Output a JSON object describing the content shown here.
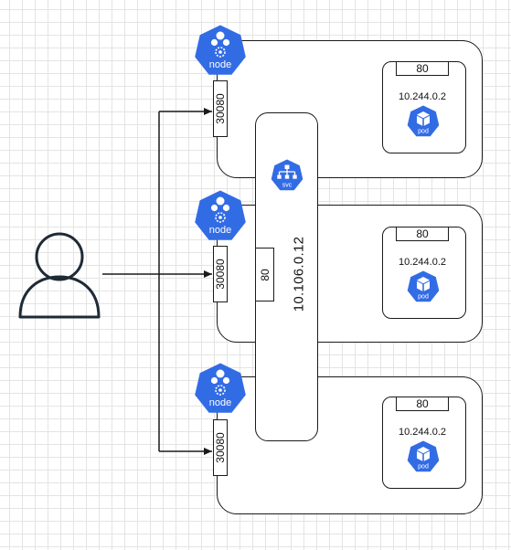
{
  "colors": {
    "k8s_blue": "#326ce5",
    "line": "#1a1a1a"
  },
  "user": {
    "icon": "user-icon"
  },
  "service": {
    "icon": "svc-icon",
    "icon_label": "svc",
    "ip": "10.106.0.12",
    "port": "80"
  },
  "nodes": [
    {
      "icon_label": "node",
      "node_port": "30080",
      "pod": {
        "port": "80",
        "ip": "10.244.0.2",
        "icon_label": "pod"
      }
    },
    {
      "icon_label": "node",
      "node_port": "30080",
      "pod": {
        "port": "80",
        "ip": "10.244.0.2",
        "icon_label": "pod"
      }
    },
    {
      "icon_label": "node",
      "node_port": "30080",
      "pod": {
        "port": "80",
        "ip": "10.244.0.2",
        "icon_label": "pod"
      }
    }
  ]
}
